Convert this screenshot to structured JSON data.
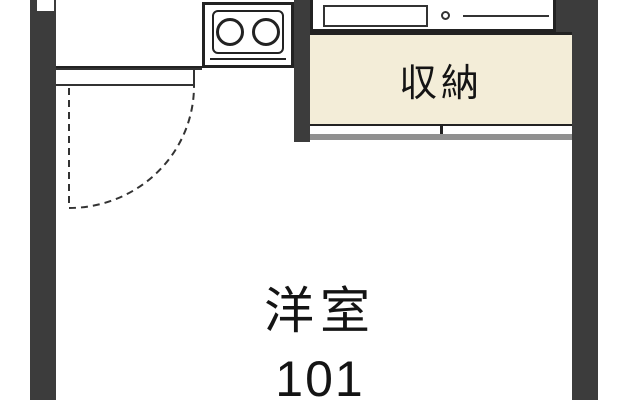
{
  "labels": {
    "closet": "収納",
    "room": "洋室",
    "room_number": "101"
  },
  "icons": {
    "stove": "two-burner-stove-icon",
    "sink": "kitchen-sink-icon",
    "door": "door-swing-arc"
  },
  "colors": {
    "wall": "#3c3c3c",
    "closet_bg": "#f3edd8",
    "line": "#222222",
    "text": "#141414",
    "shadow": "#909090"
  }
}
